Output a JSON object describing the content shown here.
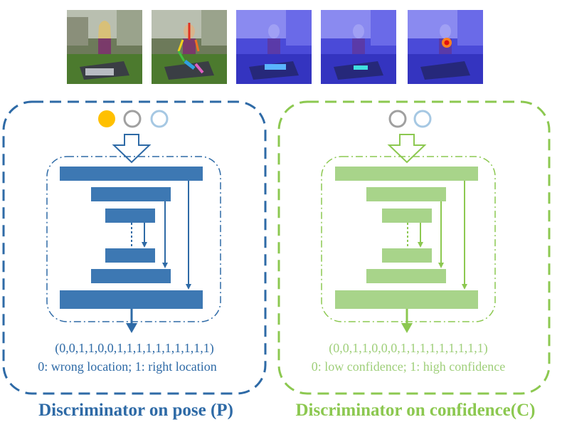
{
  "colors": {
    "pose_blue": "#2e6aa6",
    "pose_bar": "#3d78b3",
    "conf_green": "#8cc850",
    "conf_bar": "#a8d48a",
    "conf_text": "#9fcf7a",
    "dot_orange": "#ffc000",
    "dot_gray": "#a0a0a0",
    "dot_lightblue": "#a6c8e3"
  },
  "images": [
    {
      "name": "input-photo",
      "tint": "none",
      "overlay": "none"
    },
    {
      "name": "photo-with-pose-skeleton",
      "tint": "none",
      "overlay": "skeleton"
    },
    {
      "name": "blue-heatmap-photo",
      "tint": "blue",
      "overlay": "limb-highlight"
    },
    {
      "name": "blue-heatmap-photo-2",
      "tint": "blue",
      "overlay": "limb-highlight-cyan"
    },
    {
      "name": "blue-heatmap-photo-3",
      "tint": "blue",
      "overlay": "joint-spot"
    }
  ],
  "pose_panel": {
    "vector": "(0,0,1,1,0,0,1,1,1,1,1,1,1,1,1,1)",
    "legend": "0: wrong location; 1: right location",
    "title": "Discriminator on pose (P)"
  },
  "confidence_panel": {
    "vector": "(0,0,1,1,0,0,0,1,1,1,1,1,1,1,1,1)",
    "legend": "0: low confidence; 1: high confidence",
    "title": "Discriminator on confidence(C)"
  }
}
